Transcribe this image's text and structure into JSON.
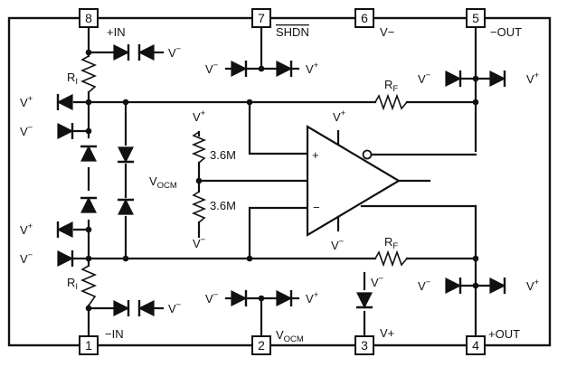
{
  "pins": [
    {
      "number": "8",
      "name": "+IN"
    },
    {
      "number": "7",
      "name": "SHDN"
    },
    {
      "number": "6",
      "name": "V−"
    },
    {
      "number": "5",
      "name": "−OUT"
    },
    {
      "number": "1",
      "name": "−IN"
    },
    {
      "number": "2",
      "name": "V",
      "name_sub": "OCM"
    },
    {
      "number": "3",
      "name": "V+"
    },
    {
      "number": "4",
      "name": "+OUT"
    }
  ],
  "supplies": {
    "pos": "V+",
    "neg": "V−",
    "pos_base": "V",
    "pos_sup": "+",
    "neg_sup": "−"
  },
  "resistors": {
    "ri": {
      "base": "R",
      "sub": "I"
    },
    "rf": {
      "base": "R",
      "sub": "F"
    },
    "divider": "3.6M"
  },
  "amp": {
    "plus": "+",
    "minus": "−"
  },
  "vocm": {
    "base": "V",
    "sub": "OCM"
  }
}
